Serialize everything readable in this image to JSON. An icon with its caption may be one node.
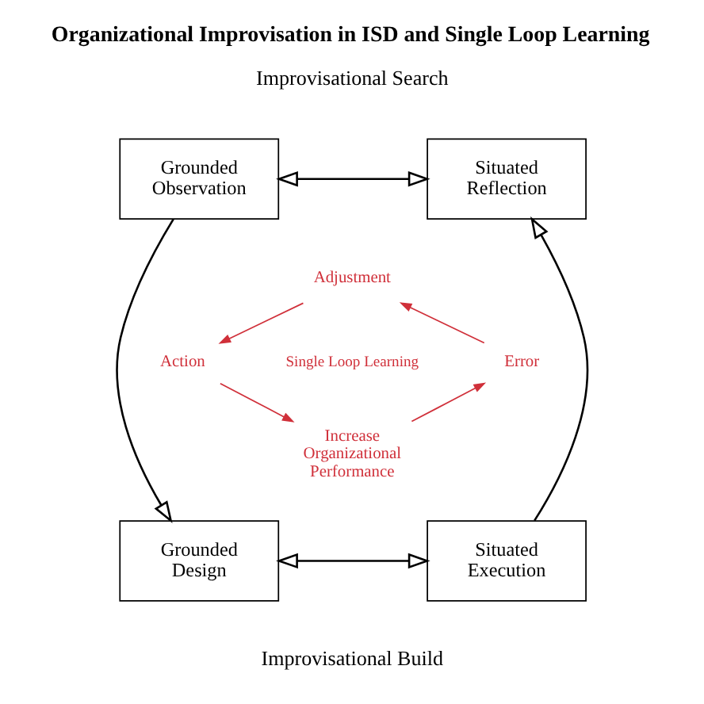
{
  "diagram": {
    "title": "Organizational Improvisation in ISD and Single Loop Learning",
    "nodes": [
      {
        "text": [
          "Grounded Observation"
        ]
      },
      {
        "text": [
          "Situated Reflection"
        ]
      },
      {
        "text": [
          "Grounded Design"
        ]
      },
      {
        "text": [
          "Situated Execution"
        ]
      },
      {
        "text": [
          "Adjustment"
        ]
      },
      {
        "text": [
          "Action"
        ]
      },
      {
        "text": [
          "Increase Organizational Performance"
        ]
      },
      {
        "text": [
          "Error"
        ]
      }
    ],
    "edges": [
      {
        "from": 0,
        "to": 1,
        "arrow": "both"
      },
      {
        "from": 0,
        "to": 2,
        "arrow": "to"
      },
      {
        "from": 3,
        "to": 1,
        "arrow": "to"
      },
      {
        "from": 2,
        "to": 3,
        "arrow": "both"
      },
      {
        "from": 7,
        "to": 4,
        "arrow": "to",
        "color": "#d0303a"
      },
      {
        "from": 4,
        "to": 5,
        "arrow": "to",
        "color": "#d0303a"
      },
      {
        "from": 5,
        "to": 6,
        "arrow": "to",
        "color": "#d0303a"
      },
      {
        "from": 6,
        "to": 7,
        "arrow": "to",
        "color": "#d0303a"
      }
    ],
    "labels": [
      "Improvisational Search",
      "Single Loop Learning",
      "Improvisational Build"
    ]
  }
}
